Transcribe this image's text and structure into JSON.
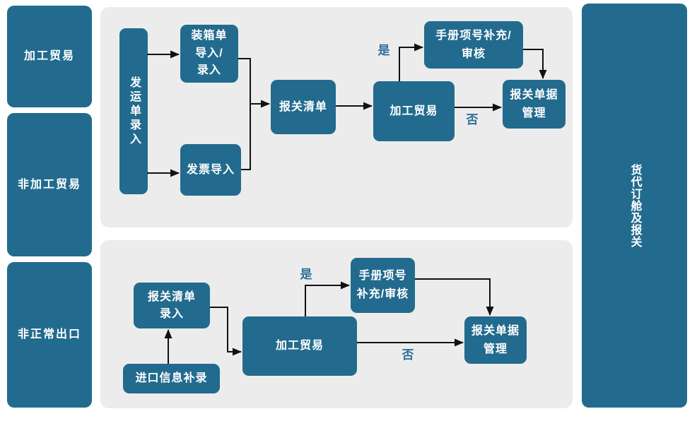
{
  "palette": {
    "box_fill": "#226B8E",
    "panel_fill": "#ECECEC",
    "branch_label_color": "#2E6F99",
    "connector_color": "#111111",
    "node_text_color": "#FFFFFF"
  },
  "left_lanes": [
    {
      "label": "加工贸易"
    },
    {
      "label": "非加工贸易"
    },
    {
      "label": "非正常出口"
    }
  ],
  "right_lane": {
    "label": "货代订舱及报关"
  },
  "top_flow": {
    "nodes": {
      "shipment_entry": "发运单录入",
      "packing_list": "装箱单\n导入/\n录入",
      "invoice_import": "发票导入",
      "declaration_list": "报关清单",
      "processing_trade": "加工贸易",
      "manual_item_check": "手册项号补充/\n审核",
      "declaration_doc_mgmt": "报关单据\n管理"
    },
    "labels": {
      "yes": "是",
      "no": "否"
    }
  },
  "bottom_flow": {
    "nodes": {
      "declaration_list_entry": "报关清单\n录入",
      "import_info_entry": "进口信息补录",
      "processing_trade": "加工贸易",
      "manual_item_check": "手册项号\n补充/审核",
      "declaration_doc_mgmt": "报关单据\n管理"
    },
    "labels": {
      "yes": "是",
      "no": "否"
    }
  }
}
